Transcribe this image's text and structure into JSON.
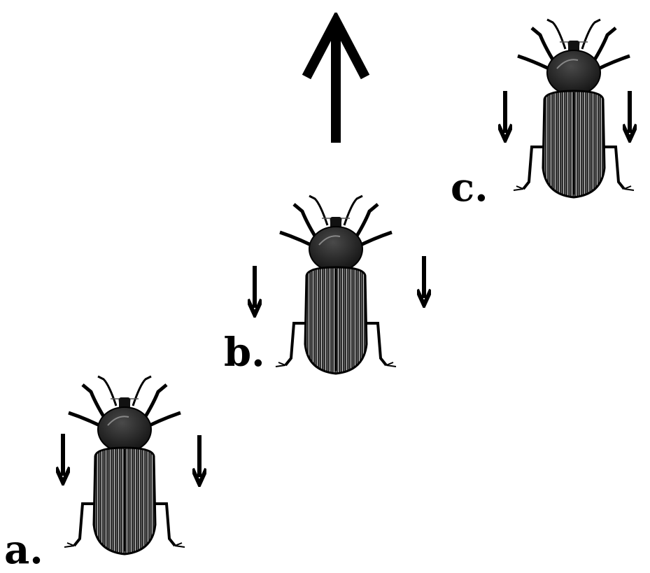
{
  "diagram": {
    "stages": [
      {
        "id": "a",
        "label": "a."
      },
      {
        "id": "b",
        "label": "b."
      },
      {
        "id": "c",
        "label": "c."
      }
    ],
    "colors": {
      "ink": "#000000",
      "background": "#ffffff"
    },
    "icons": [
      "beetle-icon",
      "down-arrow-icon",
      "up-arrow-icon"
    ]
  }
}
